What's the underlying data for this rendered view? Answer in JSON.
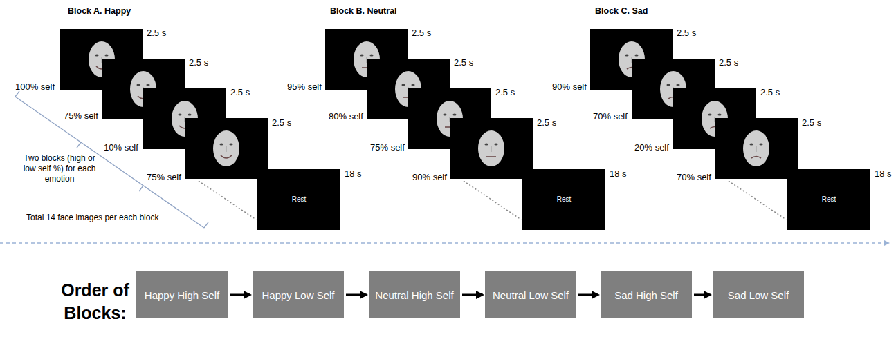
{
  "diagram": {
    "nodes": [
      {
        "text": [
          "Rest"
        ]
      },
      {
        "text": [
          "Rest"
        ]
      },
      {
        "text": [
          "Rest"
        ]
      },
      {
        "text": [
          "Happy High Self"
        ]
      },
      {
        "text": [
          "Happy Low Self"
        ]
      },
      {
        "text": [
          "Neutral High Self"
        ]
      },
      {
        "text": [
          "Neutral Low Self"
        ]
      },
      {
        "text": [
          "Sad High Self"
        ]
      },
      {
        "text": [
          "Sad Low Self"
        ]
      }
    ],
    "edges": [
      {
        "from": 3,
        "to": 4,
        "arrow": "to"
      },
      {
        "from": 4,
        "to": 5,
        "arrow": "to"
      },
      {
        "from": 5,
        "to": 6,
        "arrow": "to"
      },
      {
        "from": 6,
        "to": 7,
        "arrow": "to"
      },
      {
        "from": 7,
        "to": 8,
        "arrow": "to"
      }
    ],
    "labels": [
      "Block A. Happy",
      "2.5 s",
      "2.5 s",
      "2.5 s",
      "2.5 s",
      "100% self",
      "75% self",
      "10% self",
      "75% self",
      "18 s",
      "Two blocks (high or low self %) for each emotion",
      "Total 14 face images per each block",
      "Block B. Neutral",
      "2.5 s",
      "2.5 s",
      "2.5 s",
      "2.5 s",
      "95% self",
      "80% self",
      "75% self",
      "90% self",
      "18 s",
      "Block C. Sad",
      "2.5 s",
      "2.5 s",
      "2.5 s",
      "2.5 s",
      "90% self",
      "70% self",
      "20% self",
      "70% self",
      "18 s",
      "Order of Blocks:"
    ]
  }
}
